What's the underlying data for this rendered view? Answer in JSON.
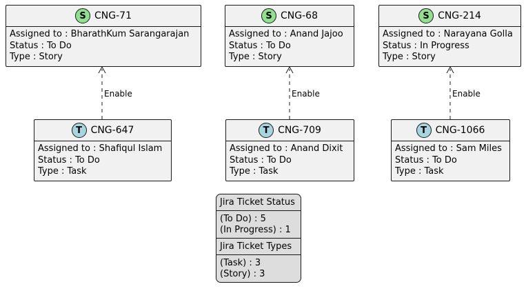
{
  "edge_label": "Enable",
  "stories": [
    {
      "badge": "S",
      "id": "CNG-71",
      "assigned": "Assigned to : BharathKum Sarangarajan",
      "status": "Status : To Do",
      "type": "Type : Story"
    },
    {
      "badge": "S",
      "id": "CNG-68",
      "assigned": "Assigned to : Anand Jajoo",
      "status": "Status : To Do",
      "type": "Type : Story"
    },
    {
      "badge": "S",
      "id": "CNG-214",
      "assigned": "Assigned to : Narayana Golla",
      "status": "Status : In Progress",
      "type": "Type : Story"
    }
  ],
  "tasks": [
    {
      "badge": "T",
      "id": "CNG-647",
      "assigned": "Assigned to : Shafiqul Islam",
      "status": "Status : To Do",
      "type": "Type : Task"
    },
    {
      "badge": "T",
      "id": "CNG-709",
      "assigned": "Assigned to : Anand Dixit",
      "status": "Status : To Do",
      "type": "Type : Task"
    },
    {
      "badge": "T",
      "id": "CNG-1066",
      "assigned": "Assigned to : Sam Miles",
      "status": "Status : To Do",
      "type": "Type : Task"
    }
  ],
  "legend": {
    "status_title": "Jira Ticket Status",
    "status_rows": [
      "(To Do) : 5",
      "(In Progress) : 1"
    ],
    "types_title": "Jira Ticket Types",
    "types_rows": [
      "(Task) : 3",
      "(Story) : 3"
    ]
  },
  "colors": {
    "story_badge": "#90e090",
    "task_badge": "#a8d4e0",
    "card_bg": "#f1f1f1",
    "legend_bg": "#dddddd"
  }
}
